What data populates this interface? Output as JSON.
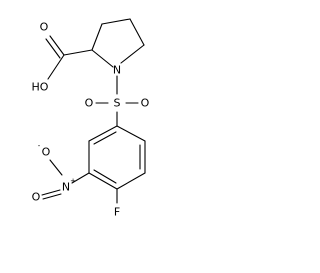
{
  "molecule": {
    "labels": {
      "acid_oh": "HO",
      "acid_o": "O",
      "ring_n": "N",
      "sulfur": "S",
      "sulfonyl_o_left": "O",
      "sulfonyl_o_right": "O",
      "nitro_o_top": "O",
      "nitro_o_charge": "-",
      "nitro_n": "N",
      "nitro_n_charge": "+",
      "nitro_o_double": "O",
      "fluorine": "F"
    }
  }
}
